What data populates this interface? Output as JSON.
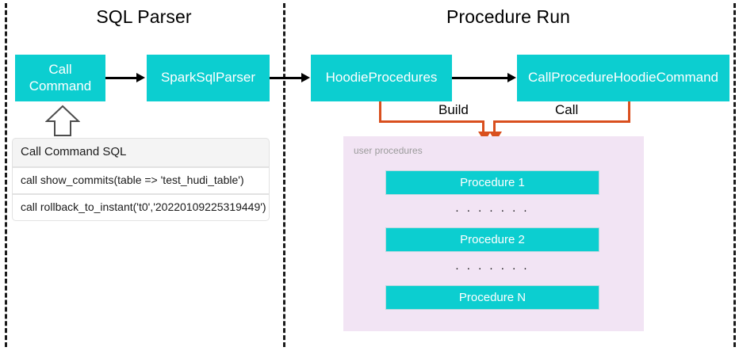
{
  "diagram": {
    "sections": [
      {
        "id": "sql-parser",
        "title": "SQL Parser"
      },
      {
        "id": "procedure-run",
        "title": "Procedure Run"
      }
    ],
    "nodes": {
      "call_command": "Call\nCommand",
      "call_command_line1": "Call",
      "call_command_line2": "Command",
      "spark_sql_parser": "SparkSqlParser",
      "hoodie_procedures": "HoodieProcedures",
      "call_procedure_hoodie_command": "CallProcedureHoodieCommand"
    },
    "edge_labels": {
      "build": "Build",
      "call": "Call"
    },
    "sql_table": {
      "header": "Call Command SQL",
      "rows": [
        "call show_commits(table => 'test_hudi_table')",
        "call rollback_to_instant('t0','20220109225319449')"
      ]
    },
    "user_procedures": {
      "label": "user procedures",
      "items": [
        {
          "label": "Procedure 1"
        },
        {
          "label": "Procedure 2"
        },
        {
          "label": "Procedure N"
        }
      ],
      "ellipsis": ". . . . . . ."
    },
    "colors": {
      "node_fill": "#0cced0",
      "node_text": "#ffffff",
      "panel_fill": "#f2e4f4",
      "panel_label": "#9b9b9b",
      "edge": "#000000",
      "highlight_edge": "#d94f1e",
      "divider": "#1a1a1a",
      "table_header_fill": "#f4f4f4",
      "background": "#ffffff"
    }
  }
}
